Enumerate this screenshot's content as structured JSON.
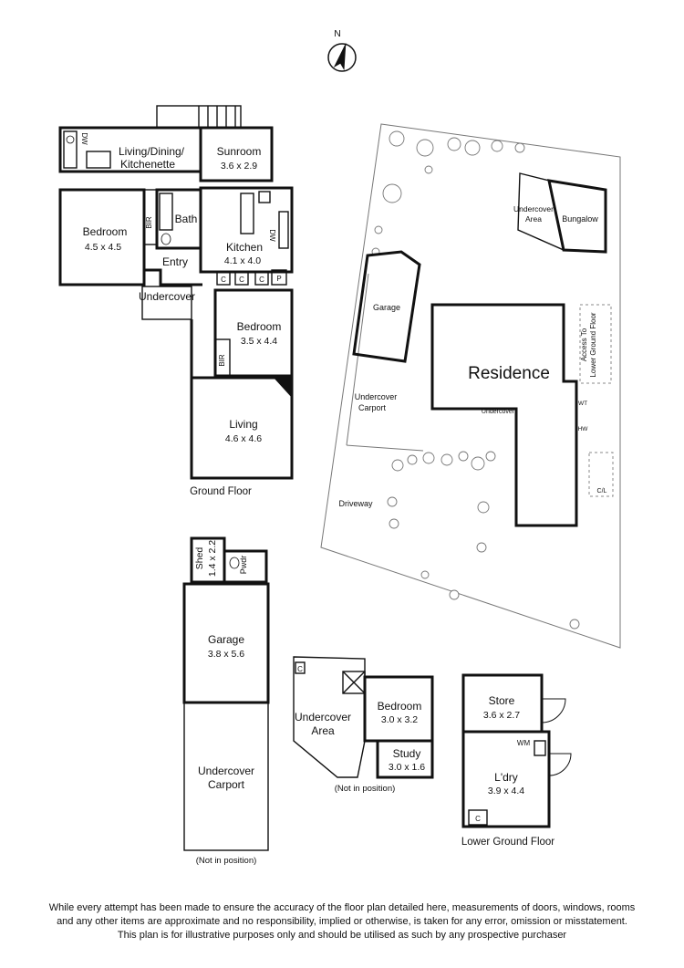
{
  "compass": {
    "label": "N"
  },
  "ground_floor": {
    "title": "Ground Floor",
    "rooms": {
      "living_dining": {
        "name": "Living/Dining/",
        "name2": "Kitchenette"
      },
      "sunroom": {
        "name": "Sunroom",
        "size": "3.6 x 2.9"
      },
      "bedroom1": {
        "name": "Bedroom",
        "size": "4.5 x 4.5"
      },
      "bir1": "BIR",
      "bath": "Bath",
      "kitchen": {
        "name": "Kitchen",
        "size": "4.1 x 4.0"
      },
      "entry": "Entry",
      "undercover": "Undercover",
      "bedroom2": {
        "name": "Bedroom",
        "size": "3.5 x 4.4"
      },
      "bir2": "BIR",
      "living": {
        "name": "Living",
        "size": "4.6 x 4.6"
      }
    },
    "fixtures": {
      "dw1": "DW",
      "dw2": "DW",
      "c": "C",
      "p": "P"
    }
  },
  "site_plan": {
    "residence": "Residence",
    "garage": "Garage",
    "undercover_area": {
      "line1": "Undercover",
      "line2": "Area"
    },
    "bungalow": "Bungalow",
    "undercover_carport": {
      "line1": "Undercover",
      "line2": "Carport"
    },
    "driveway": "Driveway",
    "access": {
      "line1": "Access To",
      "line2": "Lower Ground Floor"
    },
    "undercover_small": "Undercover",
    "wt": "WT",
    "hw": "HW",
    "cl": "C/L"
  },
  "garage_block": {
    "shed": {
      "name": "Shed",
      "size": "1.4 x 2.2"
    },
    "pwdr": "Pwdr",
    "garage": {
      "name": "Garage",
      "size": "3.8 x 5.6"
    },
    "carport": {
      "line1": "Undercover",
      "line2": "Carport"
    },
    "note": "(Not in position)"
  },
  "bungalow_block": {
    "c": "C",
    "undercover_area": {
      "line1": "Undercover",
      "line2": "Area"
    },
    "bedroom": {
      "name": "Bedroom",
      "size": "3.0 x 3.2"
    },
    "study": {
      "name": "Study",
      "size": "3.0 x 1.6"
    },
    "note": "(Not in position)"
  },
  "lower_ground": {
    "title": "Lower Ground Floor",
    "store": {
      "name": "Store",
      "size": "3.6 x 2.7"
    },
    "wm": "WM",
    "laundry": {
      "name": "L'dry",
      "size": "3.9 x 4.4"
    },
    "c": "C"
  },
  "disclaimer": {
    "line1": "While every attempt has been made to ensure the accuracy of the floor plan detailed here, measurements of doors, windows, rooms",
    "line2": "and any other items are approximate and no responsibility, implied or otherwise, is taken for any error, omission or misstatement.",
    "line3": "This plan is for illustrative purposes only and should be utilised as such by any prospective purchaser"
  }
}
